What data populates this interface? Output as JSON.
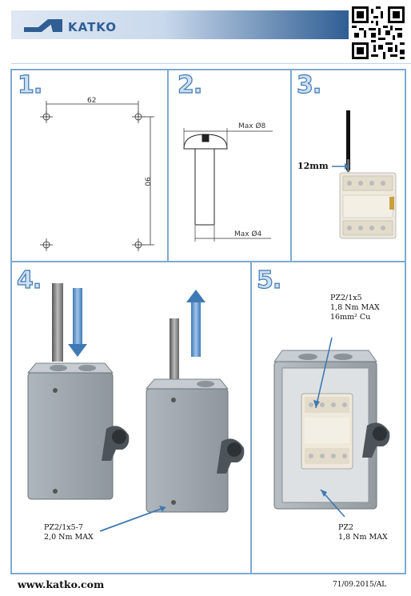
{
  "header": {
    "brand": "KATKO",
    "colors": {
      "band_dark": "#2f5e93",
      "band_light": "#dfe8f3",
      "accent": "#3f79b3"
    }
  },
  "steps": [
    {
      "number": "1.",
      "dimensions": {
        "width": "62",
        "height": "90"
      }
    },
    {
      "number": "2.",
      "dimensions": {
        "head": "Max  Ø8",
        "shank": "Max  Ø4"
      }
    },
    {
      "number": "3.",
      "strip_label": "12mm"
    },
    {
      "number": "4.",
      "note_line1": "PZ2/1x5-7",
      "note_line2": "2,0 Nm MAX"
    },
    {
      "number": "5.",
      "note_top_line1": "PZ2/1x5",
      "note_top_line2": "1,8 Nm MAX",
      "note_top_line3": "16mm² Cu",
      "note_bottom_line1": "PZ2",
      "note_bottom_line2": "1,8 Nm MAX"
    }
  ],
  "footer": {
    "website": "www.katko.com",
    "doc_code": "71/09.2015/AL"
  }
}
